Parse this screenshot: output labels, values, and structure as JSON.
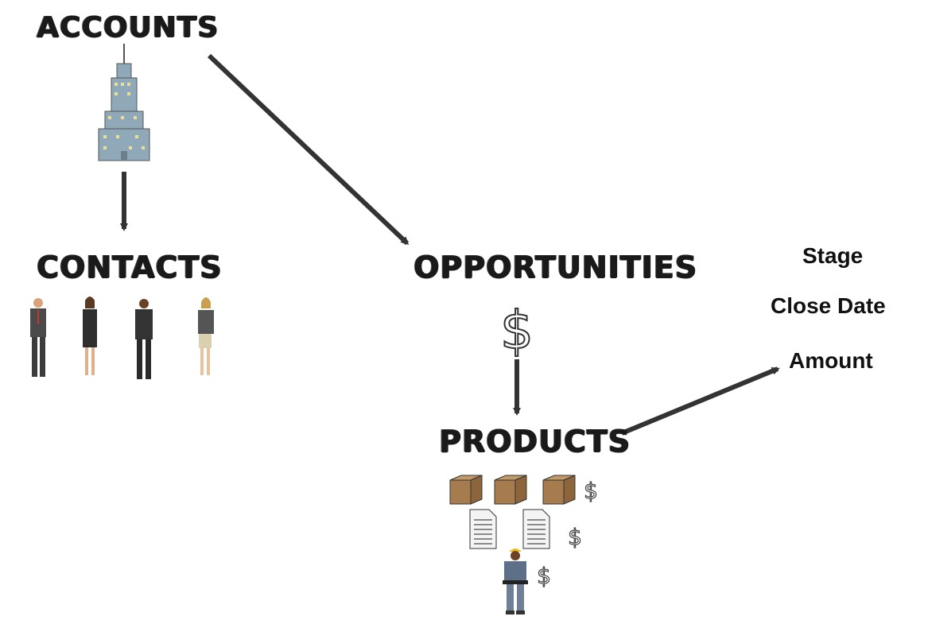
{
  "headings": {
    "accounts": "ACCOUNTS",
    "contacts": "CONTACTS",
    "opportunities": "OPPORTUNITIES",
    "products": "PRODUCTS"
  },
  "fields": {
    "stage": "Stage",
    "close_date": "Close Date",
    "amount": "Amount"
  },
  "dollar_sign": "$",
  "icons": [
    "building-icon",
    "businessman-icon",
    "businesswoman-icon",
    "box-icon",
    "document-icon",
    "worker-icon",
    "dollar-icon"
  ],
  "colors": {
    "text": "#1a1a1a",
    "arrow": "#333333",
    "box": "#a67c4e",
    "building": "#8fa9b8"
  }
}
